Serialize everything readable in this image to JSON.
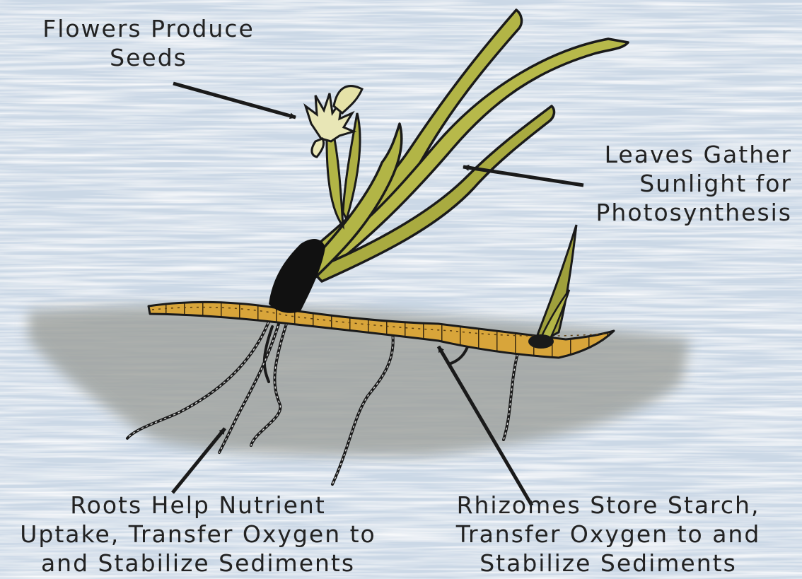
{
  "labels": {
    "flowers": [
      "Flowers Produce",
      "Seeds"
    ],
    "leaves": [
      "Leaves Gather",
      "Sunlight for",
      "Photosynthesis"
    ],
    "roots": [
      "Roots Help Nutrient",
      "Uptake, Transfer Oxygen to",
      "and Stabilize Sediments"
    ],
    "rhizomes": [
      "Rhizomes Store Starch,",
      "Transfer Oxygen to and",
      "Stabilize Sediments"
    ]
  },
  "colors": {
    "water": "#cfdbe8",
    "sediment": "#a7aaa6",
    "leaf": "#b2b546",
    "rhizome": "#d8a53a",
    "ink": "#1a1a1a"
  }
}
